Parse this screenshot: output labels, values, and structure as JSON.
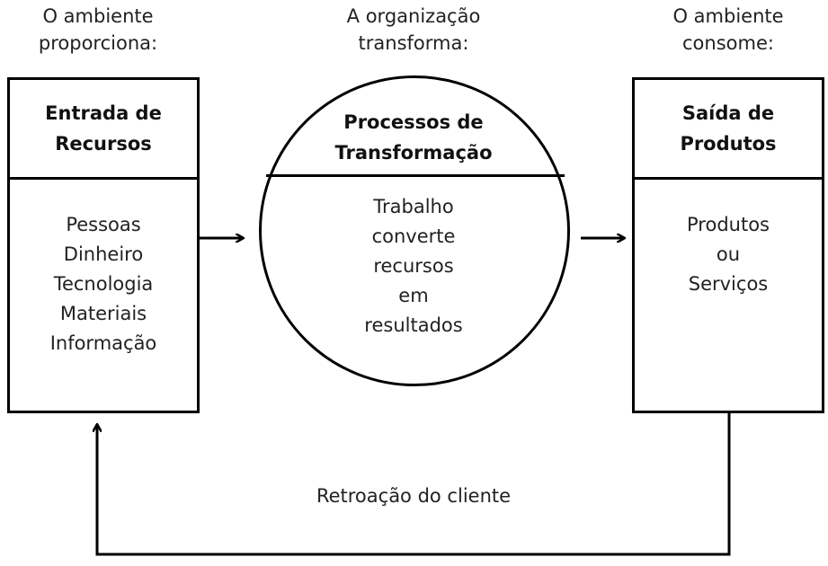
{
  "captions": {
    "left": [
      "O ambiente",
      "proporciona:"
    ],
    "middle": [
      "A organização",
      "transforma:"
    ],
    "right": [
      "O ambiente",
      "consome:"
    ]
  },
  "input_box": {
    "title": [
      "Entrada de",
      "Recursos"
    ],
    "items": [
      "Pessoas",
      "Dinheiro",
      "Tecnologia",
      "Materiais",
      "Informação"
    ]
  },
  "process": {
    "title": [
      "Processos de",
      "Transformação"
    ],
    "items": [
      "Trabalho",
      "converte",
      "recursos",
      "em",
      "resultados"
    ]
  },
  "output_box": {
    "title": [
      "Saída de",
      "Produtos"
    ],
    "items": [
      "Produtos",
      "ou",
      "Serviços"
    ]
  },
  "feedback": {
    "label": "Retroação do cliente"
  }
}
